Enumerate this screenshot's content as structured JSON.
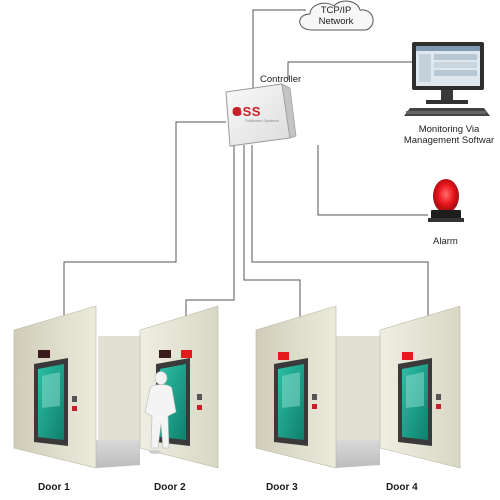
{
  "network": {
    "line1": "TCP/IP",
    "line2": "Network"
  },
  "controller": {
    "label": "Controller",
    "logo": "GSS",
    "logo_sub": "Softbarex Systems"
  },
  "monitoring": {
    "line1": "Monitoring Via",
    "line2": "Management Softwar"
  },
  "alarm": {
    "label": "Alarm"
  },
  "doors": [
    {
      "label": "Door 1"
    },
    {
      "label": "Door 2"
    },
    {
      "label": "Door 3"
    },
    {
      "label": "Door 4"
    }
  ],
  "colors": {
    "wire": "#555555",
    "wall": "#e9e7d8",
    "door_frame": "#3a3a3a",
    "door_glass": "#1fa58e",
    "alarm_light": "#e8151b",
    "logo": "#c8202a"
  }
}
